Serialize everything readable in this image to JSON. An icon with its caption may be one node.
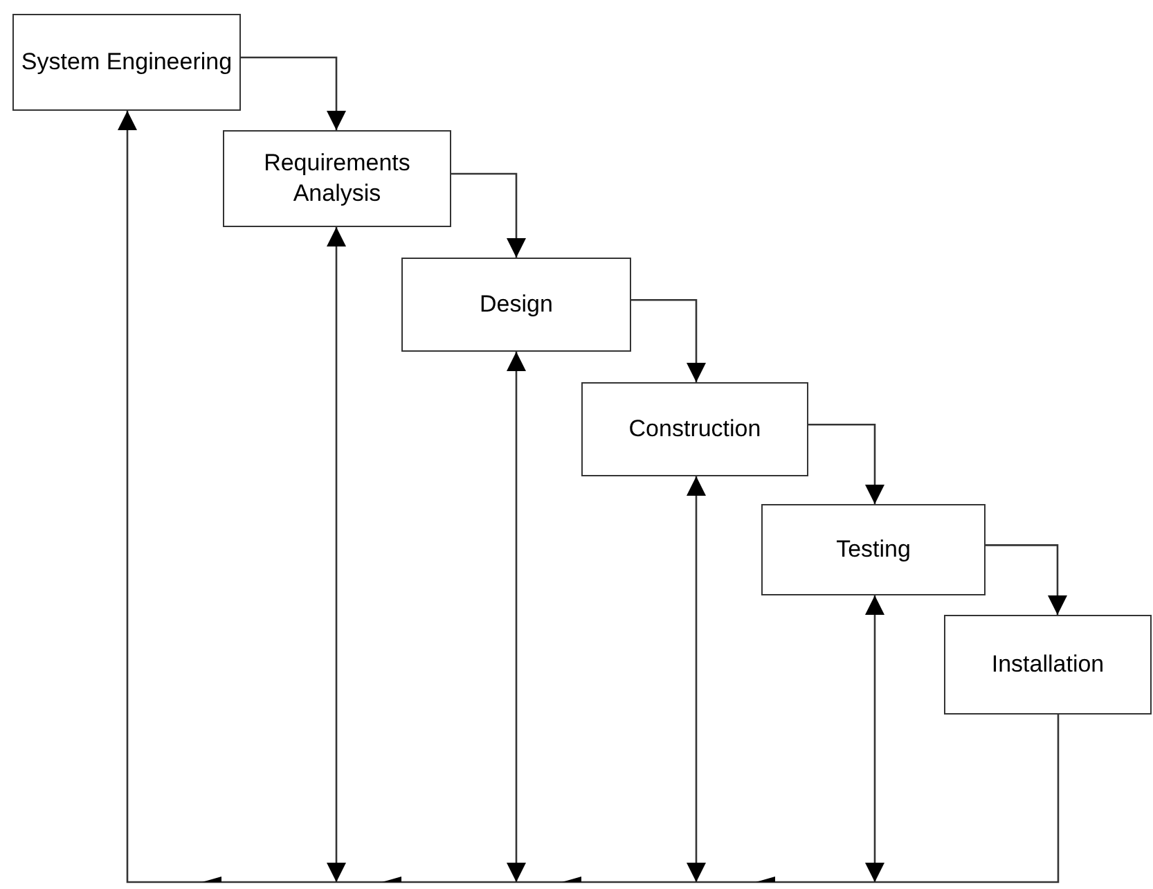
{
  "diagram": {
    "nodes": [
      {
        "text": [
          "System Engineering"
        ]
      },
      {
        "text": [
          "Requirements Analysis"
        ]
      },
      {
        "text": [
          "Design"
        ]
      },
      {
        "text": [
          "Construction"
        ]
      },
      {
        "text": [
          "Testing"
        ]
      },
      {
        "text": [
          "Installation"
        ]
      }
    ],
    "edges": [
      {
        "from": 0,
        "to": 1,
        "arrow": "to"
      },
      {
        "from": 1,
        "to": 2,
        "arrow": "to"
      },
      {
        "from": 2,
        "to": 3,
        "arrow": "to"
      },
      {
        "from": 3,
        "to": 4,
        "arrow": "to"
      },
      {
        "from": 4,
        "to": 5,
        "arrow": "to"
      },
      {
        "from": 5,
        "to": 0,
        "arrow": "to"
      },
      {
        "from": null,
        "to": 1,
        "arrow": "both"
      },
      {
        "from": null,
        "to": 2,
        "arrow": "both"
      },
      {
        "from": null,
        "to": 3,
        "arrow": "both"
      },
      {
        "from": null,
        "to": 4,
        "arrow": "both"
      }
    ]
  }
}
